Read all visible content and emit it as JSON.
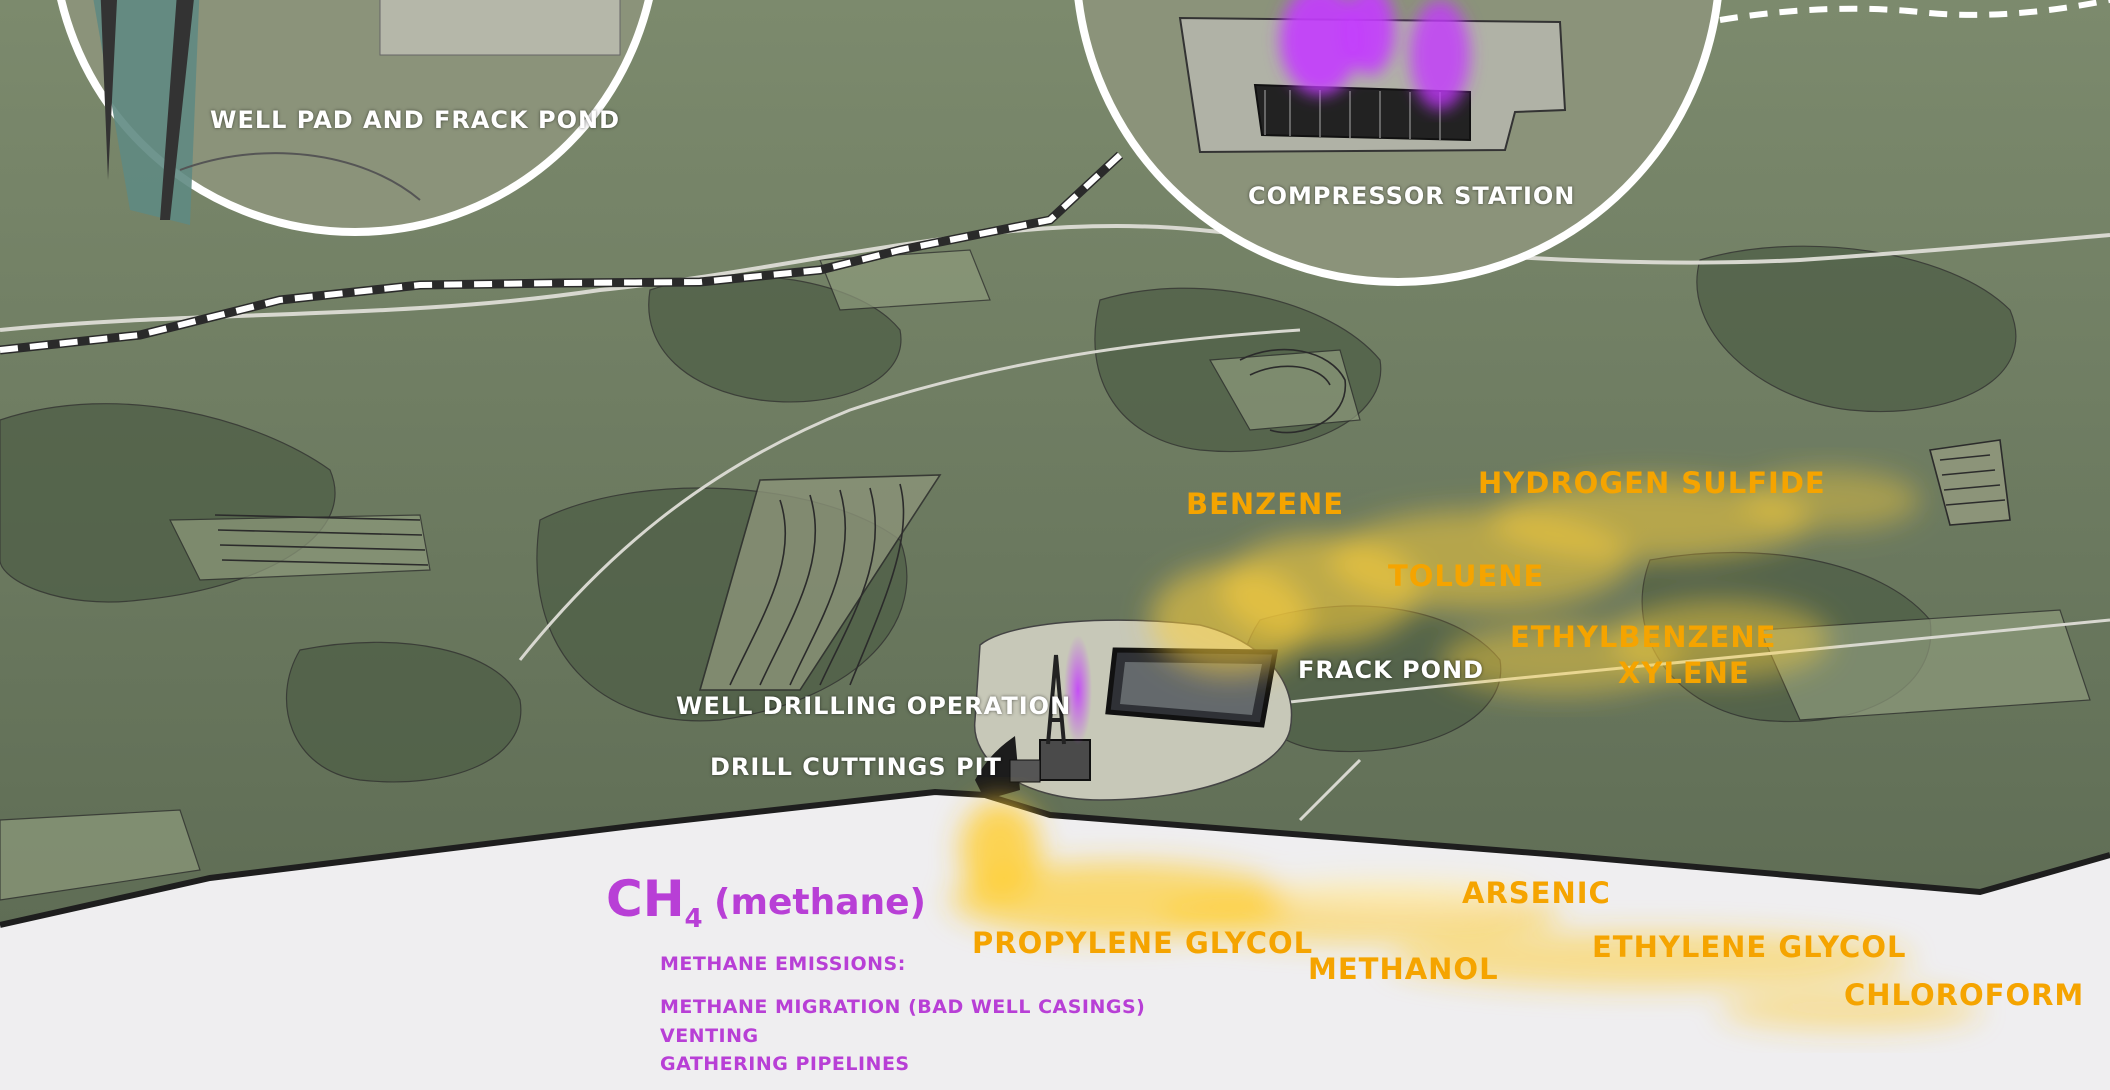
{
  "inset_labels": {
    "well_pad": "WELL PAD AND FRACK POND",
    "compressor": "COMPRESSOR STATION"
  },
  "site_labels": {
    "drilling": "WELL DRILLING OPERATION",
    "cuttings": "DRILL CUTTINGS PIT",
    "frack_pond": "FRACK POND"
  },
  "air_chemicals": [
    "BENZENE",
    "HYDROGEN SULFIDE",
    "TOLUENE",
    "ETHYLBENZENE",
    "XYLENE"
  ],
  "water_chemicals": [
    "ARSENIC",
    "PROPYLENE GLYCOL",
    "ETHYLENE GLYCOL",
    "METHANOL",
    "CHLOROFORM"
  ],
  "methane": {
    "formula_main": "CH",
    "formula_sub": "4",
    "name": "(methane)",
    "heading": "METHANE EMISSIONS:",
    "items": [
      "METHANE MIGRATION (BAD WELL CASINGS)",
      "VENTING",
      "GATHERING PIPELINES"
    ]
  },
  "colors": {
    "methane": "#b83fd6",
    "chemicals": "#f5a400",
    "terrain": "#6f7e63",
    "ground_section": "#efeef0"
  }
}
